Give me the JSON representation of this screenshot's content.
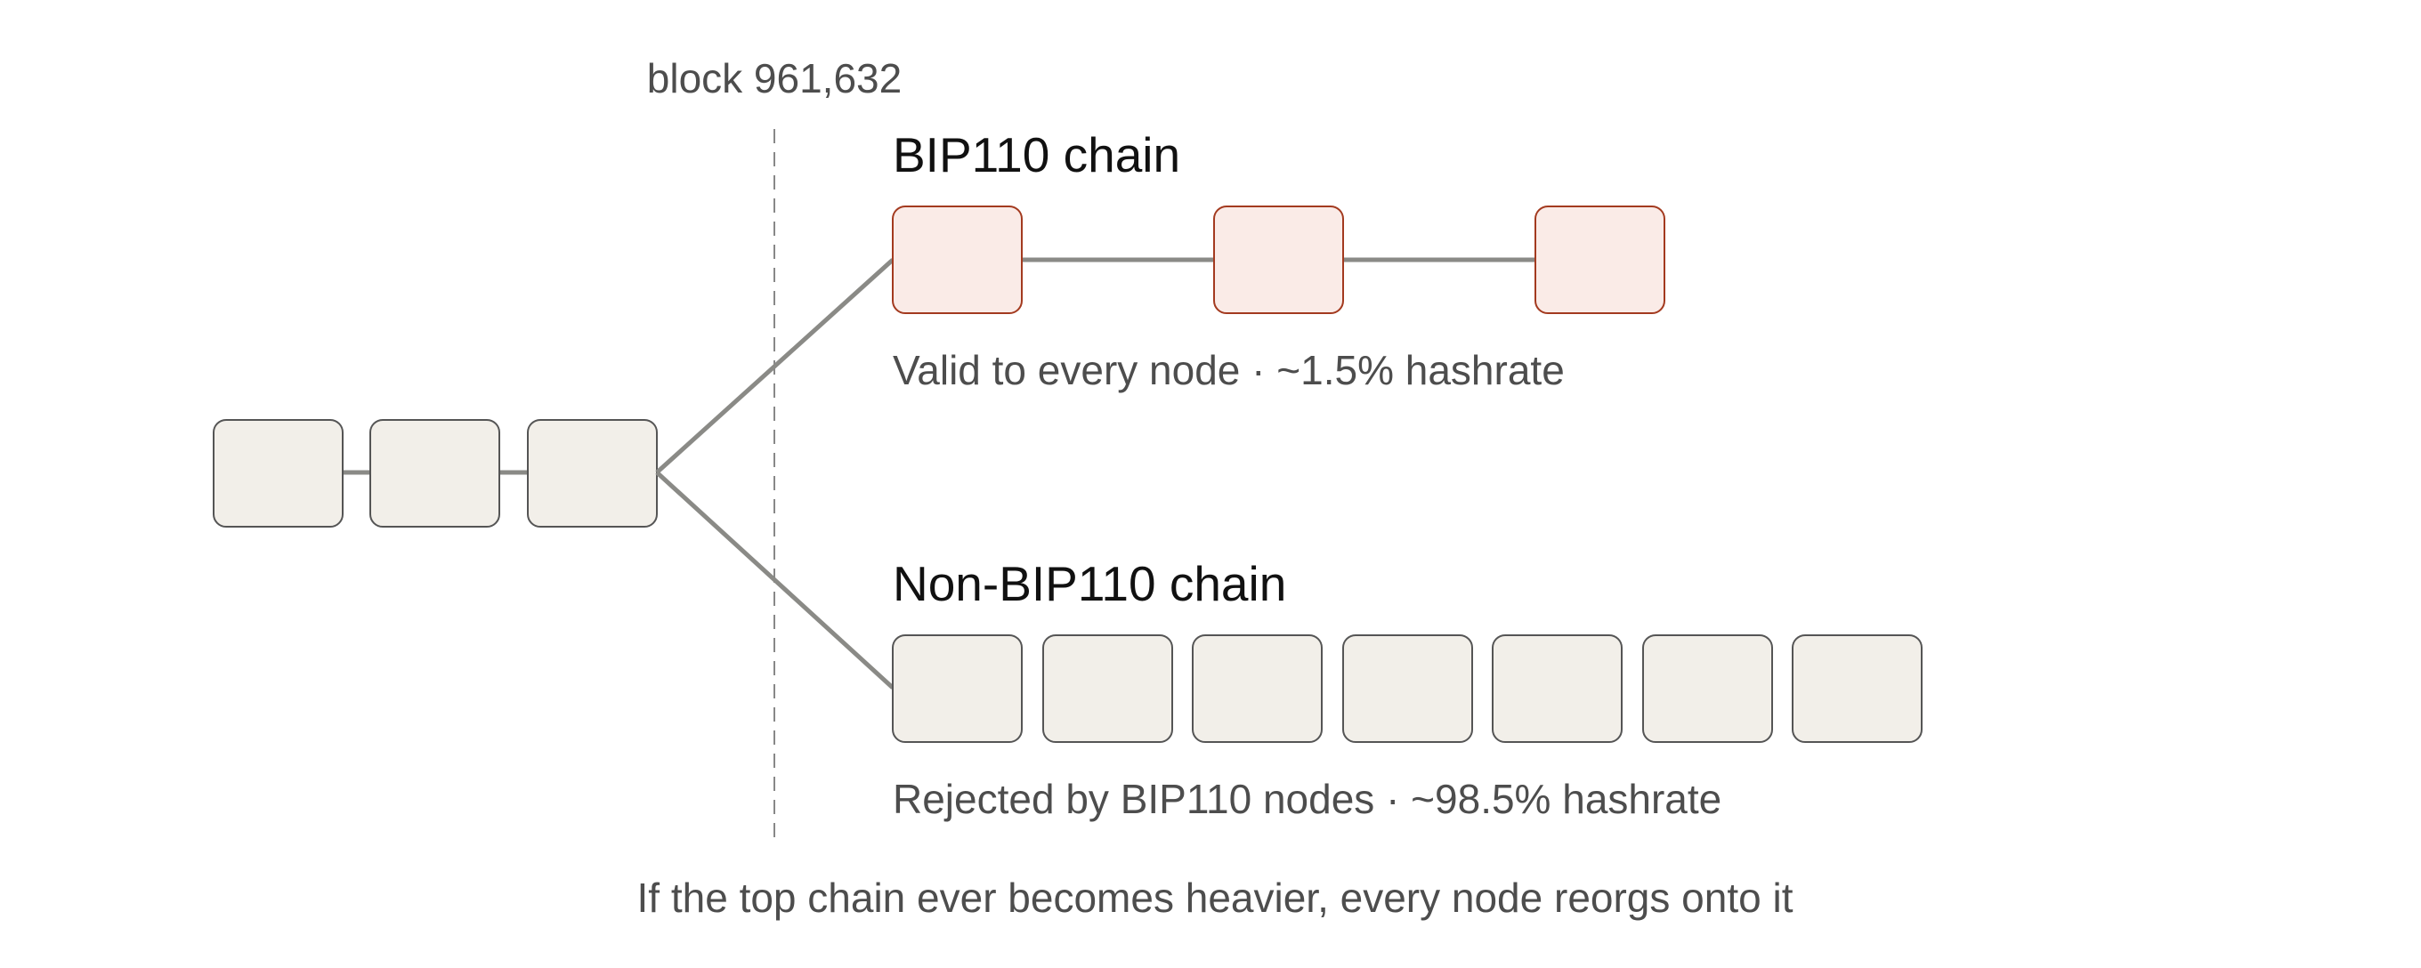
{
  "fork_marker": {
    "label": "block 961,632"
  },
  "shared_chain": {
    "block_count": 3
  },
  "top_chain": {
    "title": "BIP110 chain",
    "caption": "Valid to every node · ~1.5% hashrate",
    "block_count": 3
  },
  "bottom_chain": {
    "title": "Non-BIP110 chain",
    "caption": "Rejected by BIP110 nodes · ~98.5% hashrate",
    "block_count": 7
  },
  "footnote": "If the top chain ever becomes heavier, every node reorgs onto it",
  "colors": {
    "neutral_fill": "#f2efe9",
    "neutral_stroke": "#555555",
    "highlight_fill": "#faebe7",
    "highlight_stroke": "#a33a1f",
    "connector": "#8a8a86",
    "fork_line": "#888888",
    "text_dark": "#111111",
    "text_muted": "#4d4d4d"
  }
}
